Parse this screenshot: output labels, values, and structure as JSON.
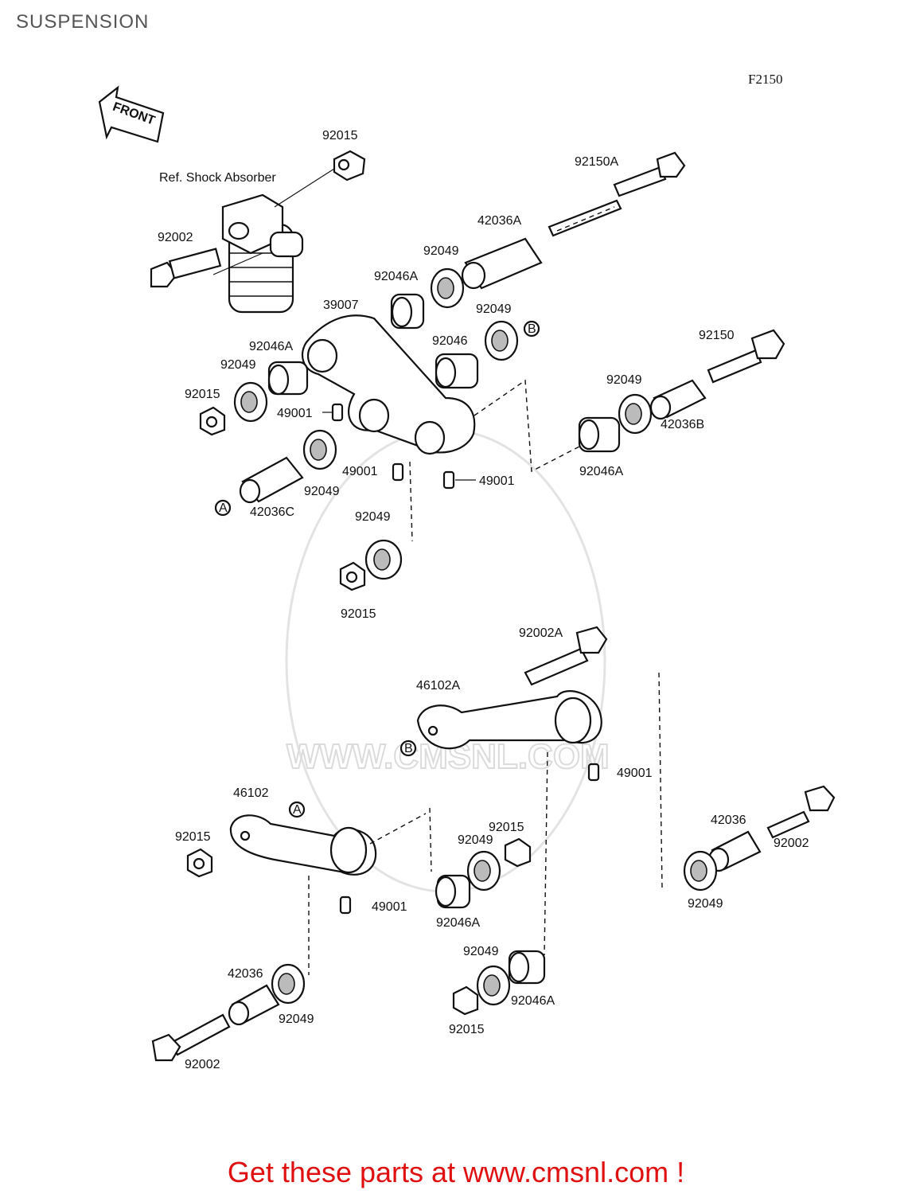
{
  "header": {
    "title": "SUSPENSION",
    "figure_code": "F2150"
  },
  "labels": {
    "front_arrow": "FRONT",
    "ref_shock": "Ref. Shock Absorber",
    "p92015_top": "92015",
    "p92002_shock": "92002",
    "p92150A": "92150A",
    "p42036A": "42036A",
    "p92049_a": "92049",
    "p92046A_a": "92046A",
    "p39007": "39007",
    "p92049_b": "92049",
    "p92046": "92046",
    "p92046A_b": "92046A",
    "p92049_c": "92049",
    "p92015_b": "92015",
    "p49001_a": "49001",
    "p92150": "92150",
    "p92049_d": "92049",
    "p42036B": "42036B",
    "p49001_b": "49001",
    "p49001_c": "49001",
    "p92046A_c": "92046A",
    "p92049_e": "92049",
    "p42036C": "42036C",
    "p92049_f": "92049",
    "p92015_c": "92015",
    "p92002A": "92002A",
    "p46102A": "46102A",
    "p49001_d": "49001",
    "p46102": "46102",
    "p92015_d": "92015",
    "p42036_r": "42036",
    "p92002_r": "92002",
    "p92049_g": "92049",
    "p92015_e": "92015",
    "p92049_h": "92049",
    "p49001_e": "49001",
    "p92046A_d": "92046A",
    "p92049_i": "92049",
    "p92046A_e": "92046A",
    "p92015_f": "92015",
    "p42036_l": "42036",
    "p92049_j": "92049",
    "p92002_l": "92002",
    "ref_A_1": "A",
    "ref_A_2": "A",
    "ref_B_1": "B",
    "ref_B_2": "B"
  },
  "watermark": "WWW.CMSNL.COM",
  "footer": {
    "promo": "Get these parts at www.cmsnl.com !"
  },
  "colors": {
    "promo_text": "#e01010",
    "title_text": "#555555"
  }
}
